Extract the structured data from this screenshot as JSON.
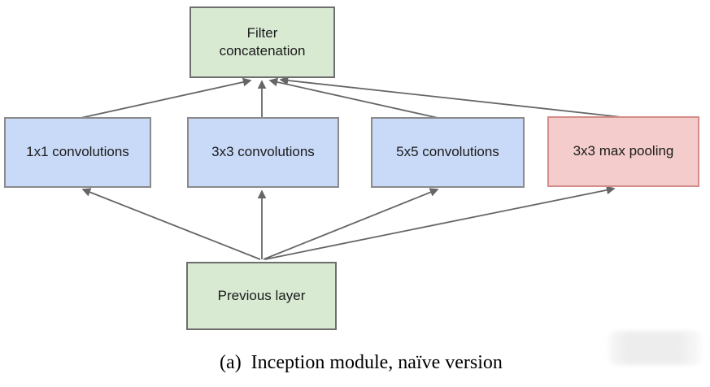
{
  "diagram": {
    "caption": "(a)  Inception module, naïve version",
    "nodes": {
      "filter_concat": {
        "label": "Filter concatenation",
        "fill": "#d9ead3",
        "border": "#6e6e6e"
      },
      "conv1x1": {
        "label": "1x1 convolutions",
        "fill": "#c9daf8",
        "border": "#8a8a8a"
      },
      "conv3x3": {
        "label": "3x3 convolutions",
        "fill": "#c9daf8",
        "border": "#8a8a8a"
      },
      "conv5x5": {
        "label": "5x5 convolutions",
        "fill": "#c9daf8",
        "border": "#8a8a8a"
      },
      "maxpool": {
        "label": "3x3 max pooling",
        "fill": "#f4cccc",
        "border": "#d48c8c"
      },
      "previous": {
        "label": "Previous layer",
        "fill": "#d9ead3",
        "border": "#6e6e6e"
      }
    },
    "edges": [
      {
        "from": "previous",
        "to": "conv1x1"
      },
      {
        "from": "previous",
        "to": "conv3x3"
      },
      {
        "from": "previous",
        "to": "conv5x5"
      },
      {
        "from": "previous",
        "to": "maxpool"
      },
      {
        "from": "conv1x1",
        "to": "filter_concat"
      },
      {
        "from": "conv3x3",
        "to": "filter_concat"
      },
      {
        "from": "conv5x5",
        "to": "filter_concat"
      },
      {
        "from": "maxpool",
        "to": "filter_concat"
      }
    ],
    "arrow_color": "#666666",
    "background": "#ffffff"
  }
}
